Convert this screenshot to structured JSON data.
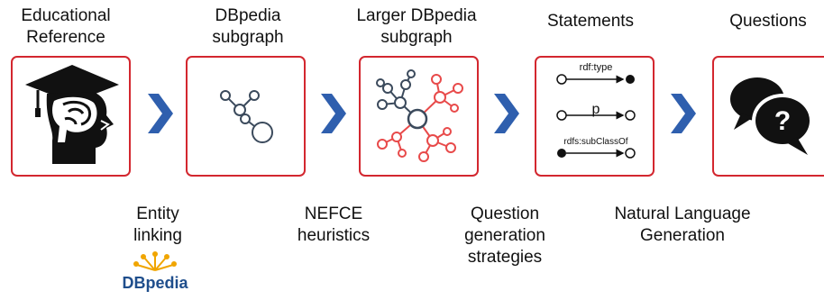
{
  "stages": [
    {
      "title_lines": [
        "Educational",
        "Reference"
      ],
      "icon": "head-graduation-cap-icon"
    },
    {
      "title_lines": [
        "DBpedia",
        "subgraph"
      ],
      "icon": "small-graph-icon"
    },
    {
      "title_lines": [
        "Larger DBpedia",
        "subgraph"
      ],
      "icon": "large-graph-icon"
    },
    {
      "title_lines": [
        "Statements"
      ],
      "icon": "rdf-statements-icon",
      "statements": [
        "rdf:type",
        "p",
        "rdfs:subClassOf"
      ]
    },
    {
      "title_lines": [
        "Questions"
      ],
      "icon": "question-speech-bubbles-icon"
    }
  ],
  "steps": [
    {
      "lines": [
        "Entity",
        "linking"
      ]
    },
    {
      "lines": [
        "NEFCE",
        "heuristics"
      ]
    },
    {
      "lines": [
        "Question",
        "generation",
        "strategies"
      ]
    },
    {
      "lines": [
        "Natural Language",
        "Generation"
      ]
    }
  ],
  "logo": {
    "text": "DBpedia",
    "icon": "dbpedia-logo-icon"
  },
  "colors": {
    "border": "#d3272f",
    "chevron": "#2f5fae",
    "graph": "#3b4a5c",
    "graph_red": "#e84a4a"
  }
}
